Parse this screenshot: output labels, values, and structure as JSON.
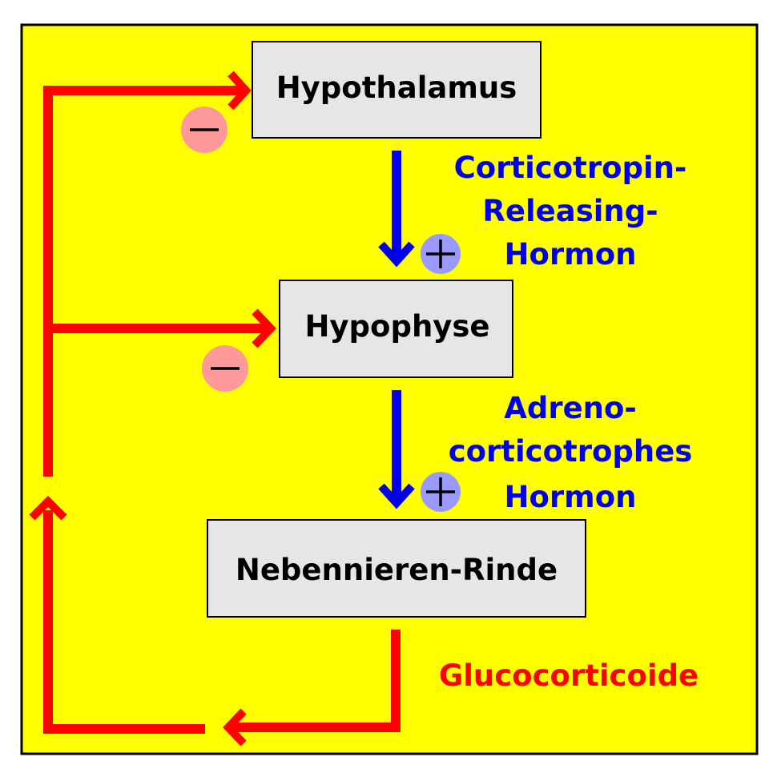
{
  "colors": {
    "background": "#ffff00",
    "border": "#000000",
    "box_fill": "#e6e6e6",
    "stimulating": "#0000ee",
    "inhibiting": "#ff0000",
    "plus_badge": "#9999ff",
    "minus_badge": "#ff9999"
  },
  "boxes": {
    "hypothalamus": "Hypothalamus",
    "hypophyse": "Hypophyse",
    "nebennieren": "Nebennieren-Rinde"
  },
  "hormones": {
    "crh": {
      "line1": "Corticotropin-",
      "line2": "Releasing-",
      "line3": "Hormon"
    },
    "acth": {
      "line1": "Adreno-",
      "line2": "corticotrophes",
      "line3": "Hormon"
    },
    "glucocorticoide": "Glucocorticoide"
  },
  "signs": {
    "plus": "+",
    "minus": "—"
  }
}
